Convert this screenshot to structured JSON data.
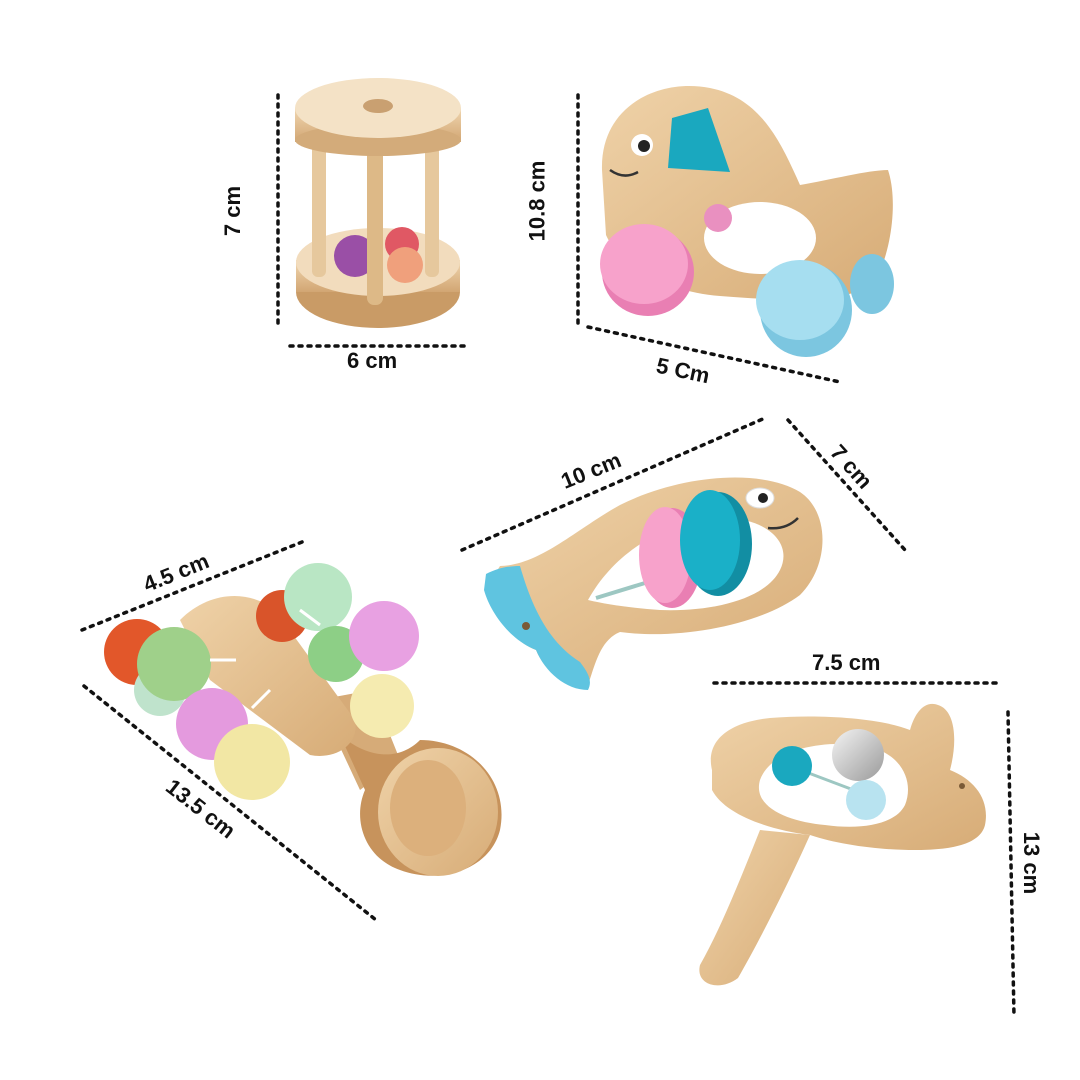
{
  "dimensions": {
    "cage_height": "7 cm",
    "cage_width": "6 cm",
    "car_height": "10.8 cm",
    "car_width": "5 Cm",
    "fish_length": "10 cm",
    "fish_width": "7 cm",
    "bead_width": "4.5 cm",
    "bead_length": "13.5 cm",
    "bunny_width": "7.5 cm",
    "bunny_height": "13 cm"
  },
  "colors": {
    "background": "#ffffff",
    "wood": "#e2bd8e",
    "pink": "#f38dc0",
    "light_blue": "#8ed6ec",
    "teal": "#1aa8bf",
    "orange": "#e2572a",
    "mint": "#a8dcb4",
    "lilac": "#e49ade",
    "cream": "#f2e7a4",
    "green": "#9fd08a",
    "purple": "#9a4fa6"
  }
}
